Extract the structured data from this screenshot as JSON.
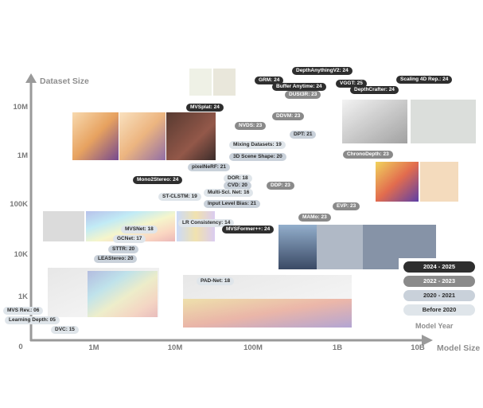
{
  "axes": {
    "y_title": "Dataset Size",
    "x_title": "Model Size",
    "y_ticks": [
      "10M",
      "1M",
      "100K",
      "10K",
      "1K"
    ],
    "x_origin": "0",
    "x_ticks": [
      "1M",
      "10M",
      "100M",
      "1B",
      "10B"
    ]
  },
  "legend": {
    "title": "Model Year",
    "items": [
      {
        "label": "2024 - 2025",
        "era": "2024"
      },
      {
        "label": "2022 - 2023",
        "era": "2022"
      },
      {
        "label": "2020 - 2021",
        "era": "2020"
      },
      {
        "label": "Before 2020",
        "era": "before"
      }
    ]
  },
  "models": [
    {
      "label": "DepthAnythingV2: 24",
      "era": "2024"
    },
    {
      "label": "GRM: 24",
      "era": "2024"
    },
    {
      "label": "Buffer Anytime: 24",
      "era": "2024"
    },
    {
      "label": "DUSt3R: 23",
      "era": "2022"
    },
    {
      "label": "VGGT: 25",
      "era": "2024"
    },
    {
      "label": "Scaling 4D Rep.: 24",
      "era": "2024"
    },
    {
      "label": "DepthCrafter: 24",
      "era": "2024"
    },
    {
      "label": "MVSplat: 24",
      "era": "2024"
    },
    {
      "label": "DDVM: 23",
      "era": "2022"
    },
    {
      "label": "NVDS: 23",
      "era": "2022"
    },
    {
      "label": "DPT: 21",
      "era": "2020"
    },
    {
      "label": "Mixing Datasets: 19",
      "era": "before"
    },
    {
      "label": "3D Scene Shape: 20",
      "era": "2020"
    },
    {
      "label": "ChronoDepth: 23",
      "era": "2022"
    },
    {
      "label": "pixelNeRF: 21",
      "era": "2020"
    },
    {
      "label": "Mono2Stereo: 24",
      "era": "2024"
    },
    {
      "label": "DOR: 18",
      "era": "before"
    },
    {
      "label": "CVD: 20",
      "era": "2020"
    },
    {
      "label": "DDP: 23",
      "era": "2022"
    },
    {
      "label": "Multi-Scl. Net: 16",
      "era": "before"
    },
    {
      "label": "ST-CLSTM: 19",
      "era": "before"
    },
    {
      "label": "Input Level Bias: 21",
      "era": "2020"
    },
    {
      "label": "EVP: 23",
      "era": "2022"
    },
    {
      "label": "MAMo: 23",
      "era": "2022"
    },
    {
      "label": "LR Consistency: 14",
      "era": "before"
    },
    {
      "label": "MVSNet: 18",
      "era": "before"
    },
    {
      "label": "MVSFormer++: 24",
      "era": "2024"
    },
    {
      "label": "GCNet: 17",
      "era": "before"
    },
    {
      "label": "STTR: 20",
      "era": "2020"
    },
    {
      "label": "LEAStereo: 20",
      "era": "2020"
    },
    {
      "label": "PAD-Net: 18",
      "era": "before"
    },
    {
      "label": "MVS Rev.: 06",
      "era": "before"
    },
    {
      "label": "Learning Depth: 05",
      "era": "before"
    },
    {
      "label": "DVC: 15",
      "era": "before"
    }
  ],
  "colors": {
    "axis": "#9a9a9a",
    "era_2024": "#2e2e2e",
    "era_2022": "#8a8a8a",
    "era_2020": "#c9d1da",
    "era_before": "#dfe5ea"
  }
}
